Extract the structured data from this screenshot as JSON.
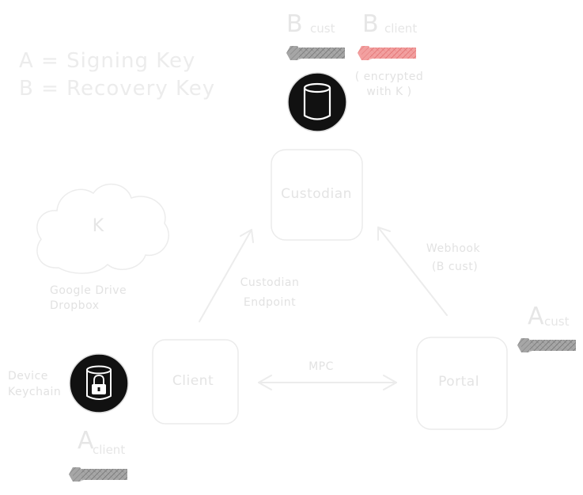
{
  "legend": {
    "line_a": "A = Signing Key",
    "line_b": "B = Recovery Key"
  },
  "nodes": {
    "custodian": "Custodian",
    "client": "Client",
    "portal": "Portal"
  },
  "edges": {
    "custodian_endpoint": [
      "Custodian",
      "Endpoint"
    ],
    "webhook": [
      "Webhook",
      "(B cust)"
    ],
    "mpc": "MPC"
  },
  "cloud": {
    "label": "K",
    "caption": [
      "Google Drive",
      "Dropbox"
    ]
  },
  "device": {
    "caption": [
      "Device",
      "Keychain"
    ]
  },
  "keys": {
    "b_cust": {
      "letter": "B",
      "sub": "cust",
      "color": "#9a9a9a"
    },
    "b_client": {
      "letter": "B",
      "sub": "client",
      "color": "#ee8a8a",
      "note": [
        "( encrypted",
        "with K )"
      ]
    },
    "a_cust": {
      "letter": "A",
      "sub": "cust",
      "color": "#9a9a9a"
    },
    "a_client": {
      "letter": "A",
      "sub": "client",
      "color": "#9a9a9a"
    }
  },
  "icons": {
    "custodian_db": "database-icon",
    "device_db": "locked-database-icon"
  }
}
